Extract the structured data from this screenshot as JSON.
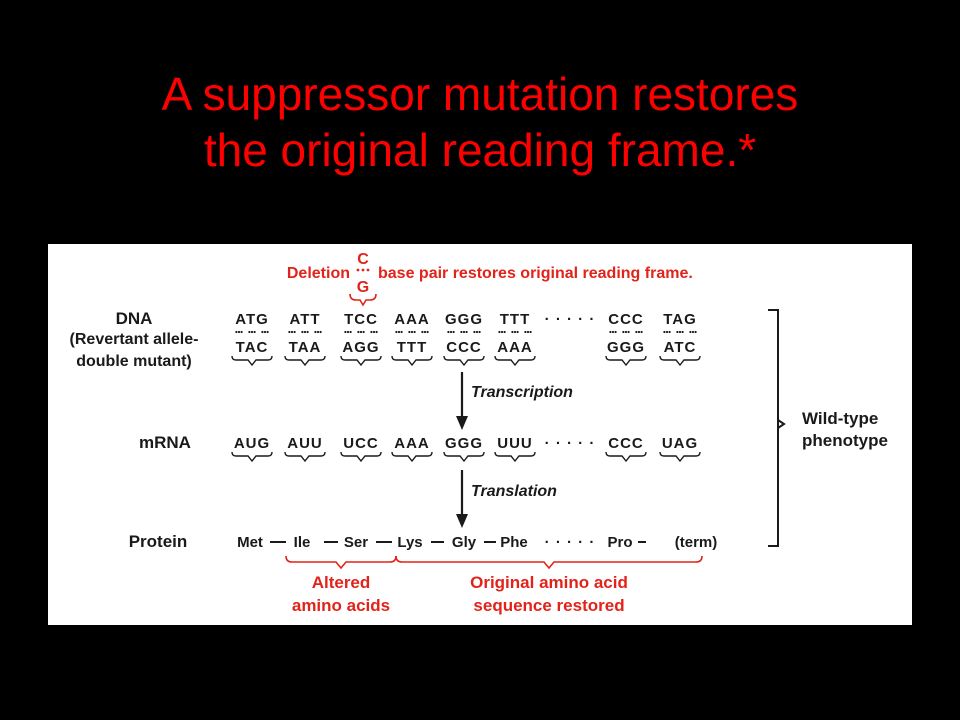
{
  "slide": {
    "title_line1": "A suppressor mutation restores",
    "title_line2": "the original reading frame.*"
  },
  "figure": {
    "deletion_top_base": "C",
    "deletion_bottom_base": "G",
    "deletion_prefix": "Deletion",
    "deletion_suffix": "base pair restores original reading frame.",
    "row_labels": {
      "dna": "DNA",
      "dna_sub1": "(Revertant allele-",
      "dna_sub2": "double mutant)",
      "mrna": "mRNA",
      "protein": "Protein"
    },
    "dna_top_codons": [
      "ATG",
      "ATT",
      "TCC",
      "AAA",
      "GGG",
      "TTT",
      "CCC",
      "TAG"
    ],
    "dna_bottom_codons": [
      "TAC",
      "TAA",
      "AGG",
      "TTT",
      "CCC",
      "AAA",
      "GGG",
      "ATC"
    ],
    "mrna_codons": [
      "AUG",
      "AUU",
      "UCC",
      "AAA",
      "GGG",
      "UUU",
      "CCC",
      "UAG"
    ],
    "amino_acids": [
      "Met",
      "Ile",
      "Ser",
      "Lys",
      "Gly",
      "Phe",
      "Pro",
      "(term)"
    ],
    "ellipsis": "· · · · ·",
    "process_labels": {
      "transcription": "Transcription",
      "translation": "Translation"
    },
    "phenotype": {
      "line1": "Wild-type",
      "line2": "phenotype"
    },
    "altered_label": {
      "line1": "Altered",
      "line2": "amino acids"
    },
    "restored_label": {
      "line1": "Original amino acid",
      "line2": "sequence restored"
    },
    "colors": {
      "accent": "#e2231a",
      "title": "#ff0000",
      "text": "#1a1a1a"
    }
  }
}
